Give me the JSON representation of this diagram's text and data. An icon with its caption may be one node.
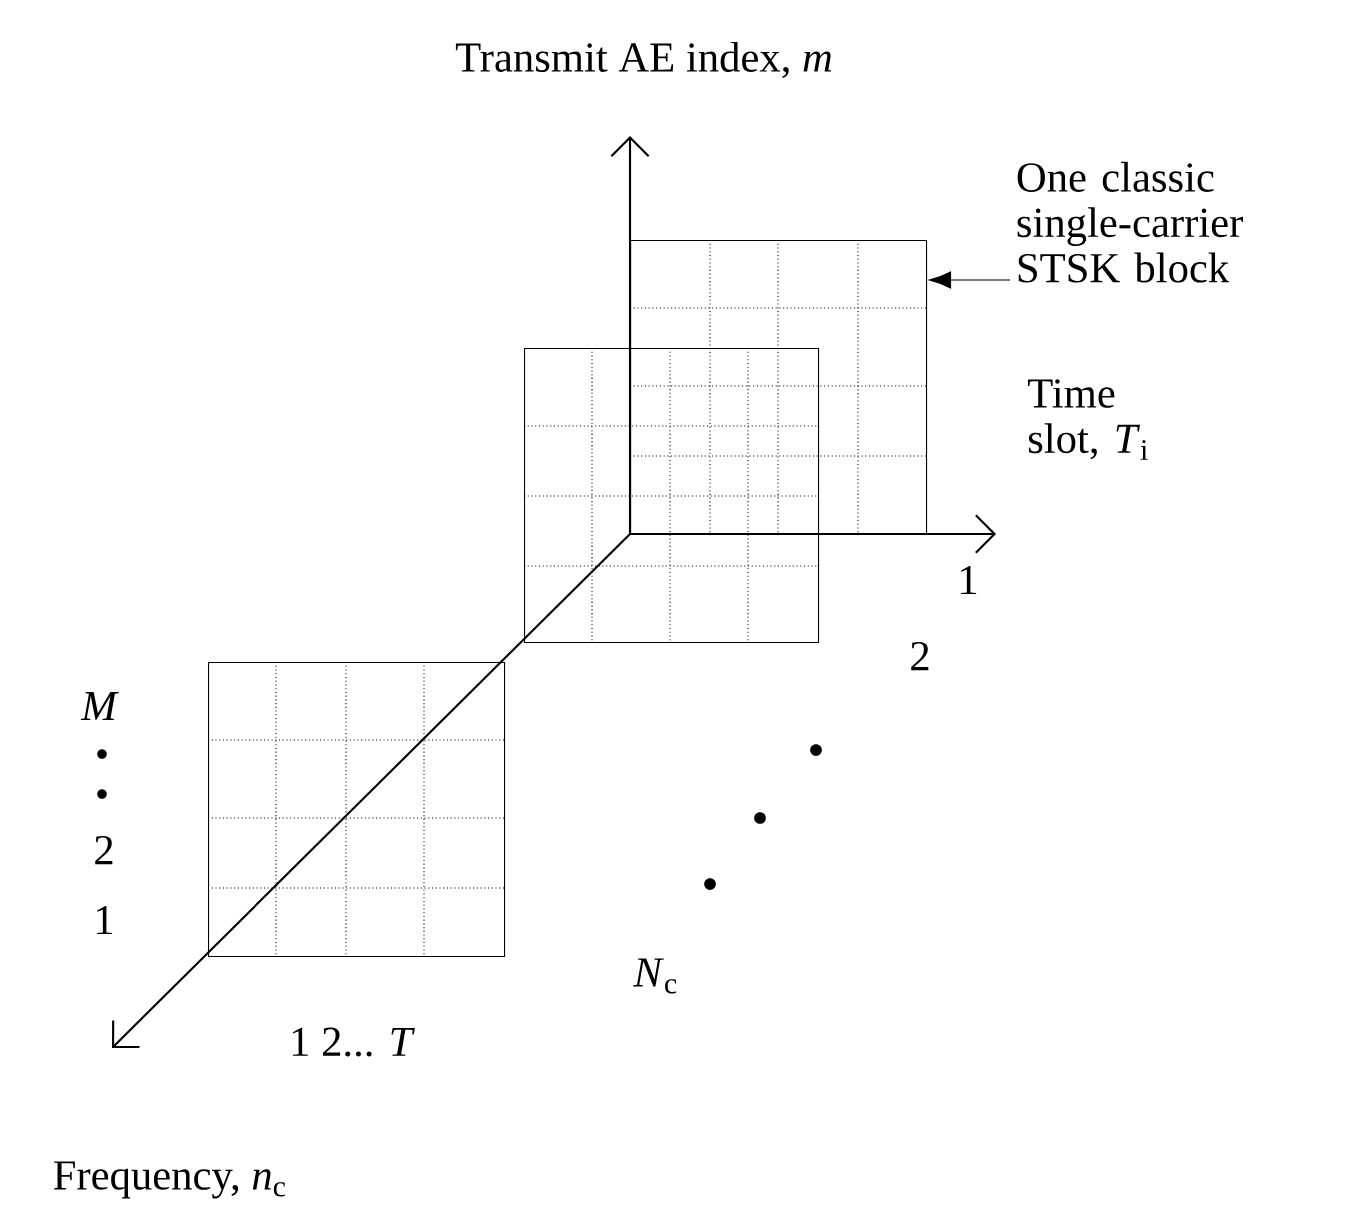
{
  "diagram": {
    "nodes": [
      {
        "text": [
          "One classic single-carrier STSK block"
        ]
      },
      {
        "text": [],
        "shape": "box"
      },
      {
        "text": [],
        "shape": "box"
      },
      {
        "text": [],
        "shape": "box"
      }
    ],
    "edges": [
      {
        "from": 0,
        "to": 1,
        "arrow": "to"
      }
    ],
    "labels": [
      "Transmit AE index, *m*",
      "Time slot, *T*$_{i}$",
      "1",
      "2",
      "*M*",
      "2",
      "1",
      "*N*$_{c}$",
      "1 2... *T*",
      "Frequency, *n*$_{c}$"
    ]
  }
}
